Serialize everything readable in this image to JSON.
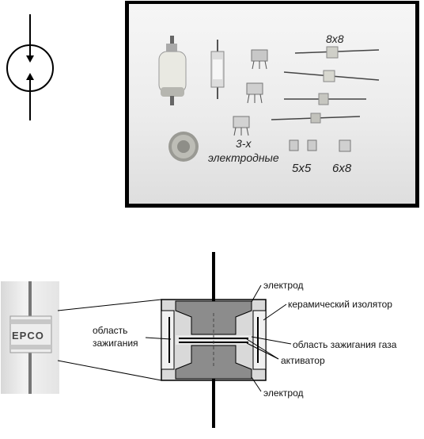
{
  "photo_labels": {
    "three_electrode_line1": "3-х",
    "three_electrode_line2": "электродные",
    "size_8x8": "8x8",
    "size_5x5": "5x5",
    "size_6x8": "6x8"
  },
  "diagram_labels": {
    "electrode_top": "электрод",
    "ceramic_insulator": "керамический изолятор",
    "ignition_region": "область",
    "ignition_region_line2": "зажигания",
    "gas_ignition_region": "область зажигания газа",
    "activator": "активатор",
    "electrode_bottom": "электрод"
  },
  "product_marking": "EPCO"
}
